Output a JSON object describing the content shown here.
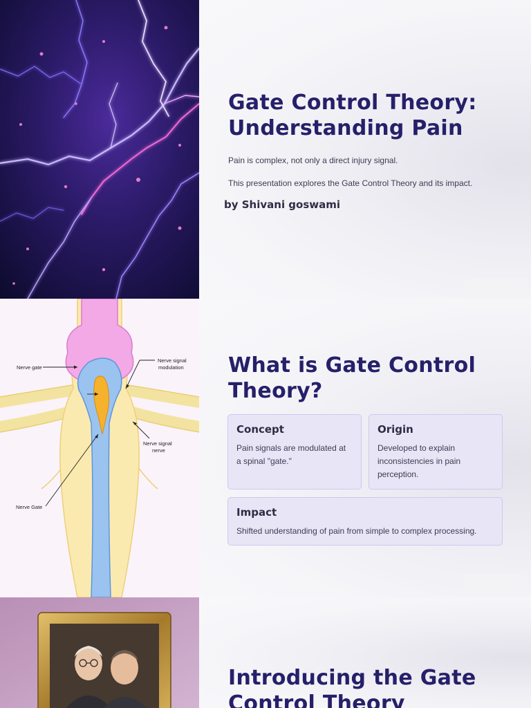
{
  "slide1": {
    "title": "Gate Control Theory: Understanding Pain",
    "paragraph1": "Pain is complex, not only a direct injury signal.",
    "paragraph2": "This presentation explores the Gate Control Theory and its impact.",
    "byline": "by Shivani goswami",
    "image_icon": "lightning-nerve-image"
  },
  "slide2": {
    "title": "What is Gate Control Theory?",
    "diagram_labels": {
      "nerve_gate_top": "Nerve gate",
      "nerve_signal_modulation": "Nerve signal modulation",
      "nerve_signal_nerve": "Nerve signal nerve",
      "nerve_gate_bottom": "Nerve Gate"
    },
    "cards": [
      {
        "heading": "Concept",
        "body": "Pain signals are modulated at a spinal \"gate.\""
      },
      {
        "heading": "Origin",
        "body": "Developed to explain inconsistencies in pain perception."
      },
      {
        "heading": "Impact",
        "body": "Shifted understanding of pain from simple to complex processing."
      }
    ]
  },
  "slide3": {
    "title": "Introducing the Gate Control Theory",
    "image_icon": "framed-portrait-image"
  },
  "colors": {
    "title": "#26206a",
    "card_bg": "#e8e5f7",
    "card_border": "#cfc8ee"
  }
}
